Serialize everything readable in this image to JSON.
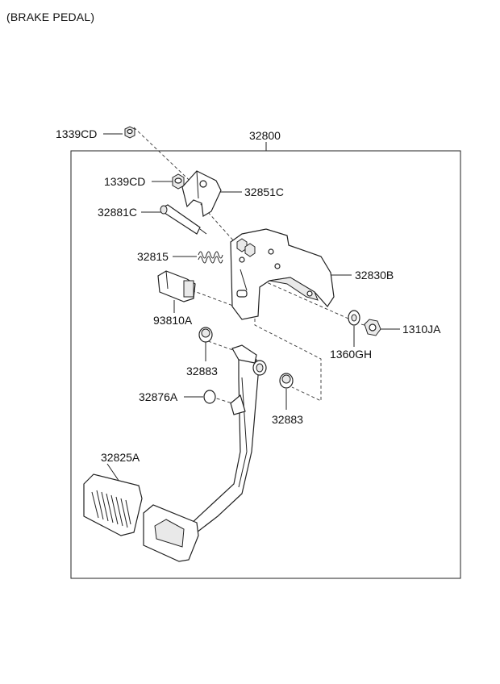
{
  "title": "(BRAKE PEDAL)",
  "labels": {
    "assembly": "32800",
    "nut_outer": "1339CD",
    "nut_inner": "1339CD",
    "bracket": "32851C",
    "pin": "32881C",
    "spring": "32815",
    "switch": "93810A",
    "member": "32830B",
    "washer": "1360GH",
    "nut": "1310JA",
    "bush_left": "32883",
    "bush_right": "32883",
    "stopper": "32876A",
    "pad": "32825A"
  }
}
